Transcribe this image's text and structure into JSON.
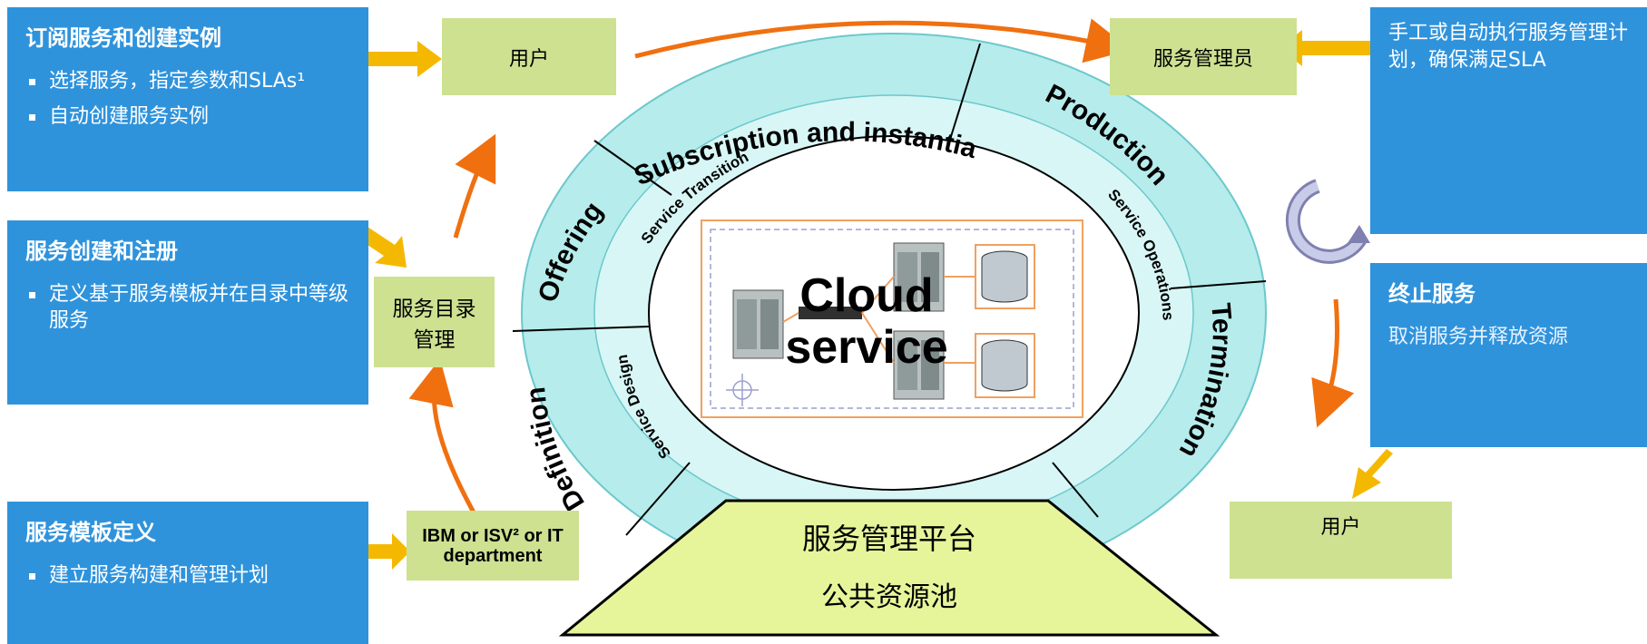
{
  "left_boxes": {
    "subscribe": {
      "title": "订阅服务和创建实例",
      "bullets": [
        "选择服务，指定参数和SLAs¹",
        "自动创建服务实例"
      ]
    },
    "create": {
      "title": "服务创建和注册",
      "bullets": [
        "定义基于服务模板并在目录中等级服务"
      ]
    },
    "template": {
      "title": "服务模板定义",
      "bullets": [
        "建立服务构建和管理计划"
      ]
    }
  },
  "right_boxes": {
    "manual": {
      "body": "手工或自动执行服务管理计划，确保满足SLA"
    },
    "terminate": {
      "title": "终止服务",
      "body": "取消服务并释放资源"
    }
  },
  "actors": {
    "user_top": "用户",
    "catalog_admin": "服务目录管理",
    "ibm": "IBM or ISV² or IT department",
    "service_admin": "服务管理员",
    "user_bottom": "用户"
  },
  "ring_outer": [
    "Subscription and instantiation",
    "Production",
    "Termination",
    "Definition",
    "Offering"
  ],
  "ring_inner": [
    "Service Transition",
    "Service Operations",
    "Service Design"
  ],
  "center": {
    "line1": "Cloud",
    "line2": "service"
  },
  "platform": {
    "title": "服务管理平台",
    "subtitle": "公共资源池"
  },
  "colors": {
    "blue_box": "#2f93dc",
    "green_box": "#cde191",
    "ring": "#b6ecec",
    "arrow_orange": "#f07010",
    "arrow_yellow": "#f5b800",
    "platform": "#e6f59a"
  }
}
